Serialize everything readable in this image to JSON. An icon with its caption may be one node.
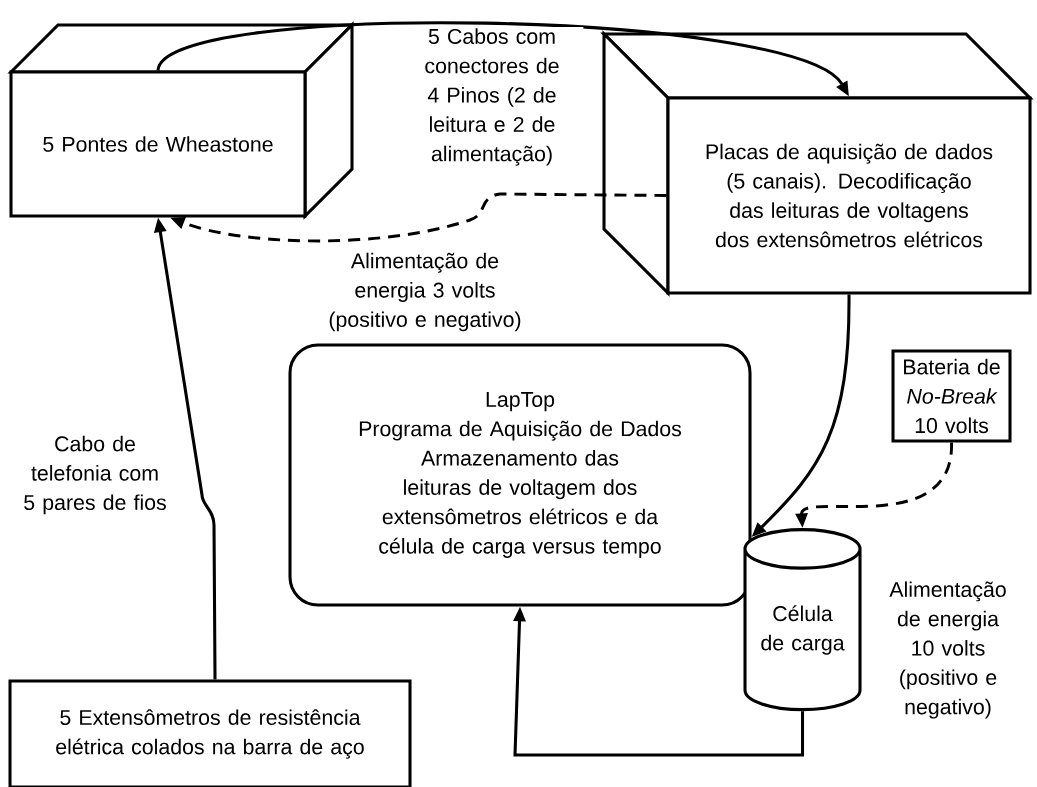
{
  "diagram": {
    "nodes": [
      {
        "text": [
          "5 Pontes de Wheastone"
        ]
      },
      {
        "text": [
          "Placas de aquisição de dados (5 canais). Decodificação das leituras de voltagens dos extensômetros elétricos"
        ]
      },
      {
        "text": [
          "LapTop",
          "Programa de Aquisição de Dados",
          "Armazenamento das leituras de voltagem dos extensômetros elétricos e da célula de carga versus tempo"
        ]
      },
      {
        "text": [
          "Bateria de *No-Break* 10 volts"
        ]
      },
      {
        "text": [
          "Célula de carga"
        ]
      },
      {
        "text": [
          "5 Extensômetros de resistência elétrica colados na barra de aço"
        ]
      }
    ],
    "edges": [
      {
        "from": 0,
        "to": 1,
        "arrow": "to",
        "label": "5 Cabos com conectores de 4 Pinos (2 de leitura e 2 de alimentação)"
      },
      {
        "from": 1,
        "to": 0,
        "arrow": "to",
        "style": "dashed",
        "label": "Alimentação de energia 3 volts (positivo e negativo)"
      },
      {
        "from": 1,
        "to": 2,
        "arrow": "to"
      },
      {
        "from": 3,
        "to": 4,
        "arrow": "to",
        "style": "dashed",
        "label": "Alimentação de energia 10 volts (positivo e negativo)"
      },
      {
        "from": 5,
        "to": 0,
        "arrow": "to",
        "label": "Cabo de telefonia com 5 pares de fios"
      },
      {
        "from": 4,
        "to": 2,
        "arrow": "to"
      }
    ]
  }
}
